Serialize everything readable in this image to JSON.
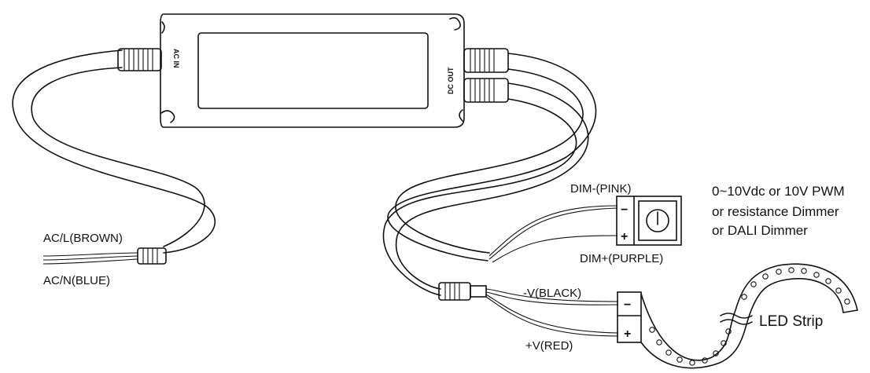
{
  "driver": {
    "input_port_label": "AC IN",
    "output_port_label": "DC OUT"
  },
  "labels": {
    "ac_live": "AC/L(BROWN)",
    "ac_neutral": "AC/N(BLUE)",
    "dim_minus": "DIM-(PINK)",
    "dim_plus": "DIM+(PURPLE)",
    "v_minus": "-V(BLACK)",
    "v_plus": "+V(RED)",
    "led_strip": "LED Strip"
  },
  "dimmer_note": {
    "line1": "0~10Vdc or 10V PWM",
    "line2": "or resistance Dimmer",
    "line3": "or DALI Dimmer"
  },
  "symbols": {
    "minus": "−",
    "plus": "+"
  }
}
